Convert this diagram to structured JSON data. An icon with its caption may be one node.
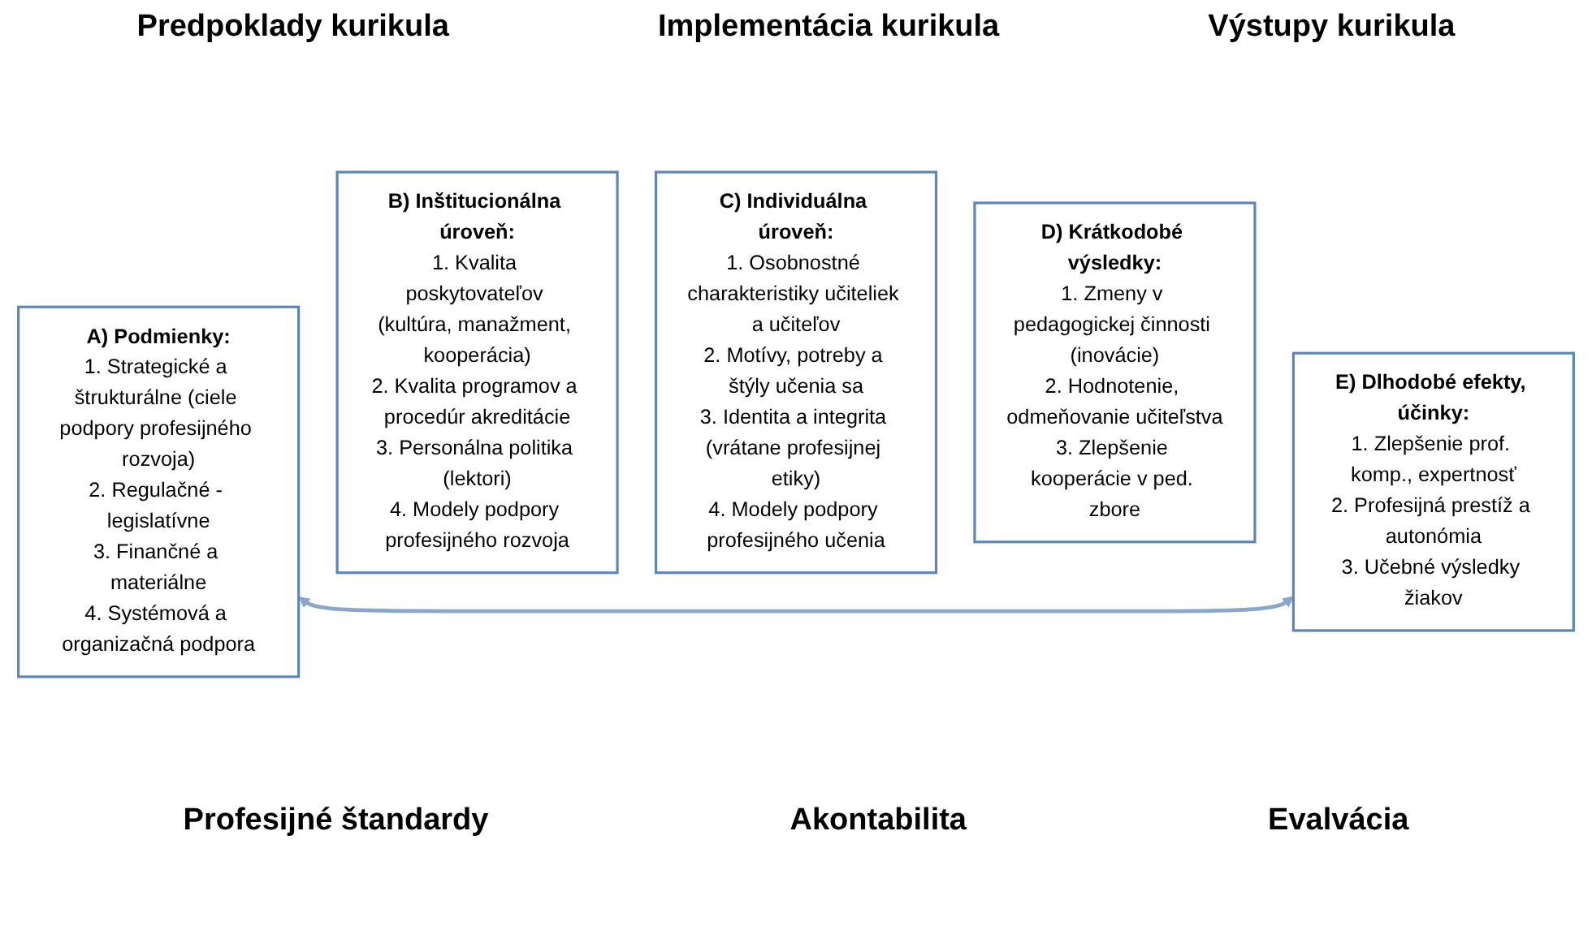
{
  "diagram": {
    "nodes": [
      {
        "text": [
          "A) Podmienky:",
          "1. Strategické a štrukturálne (ciele podpory profesijného rozvoja)",
          "2. Regulačné - legislatívne",
          "3. Finančné a materiálne",
          "4. Systémová a organizačná podpora"
        ]
      },
      {
        "text": [
          "B) Inštitucionálna úroveň:",
          "1. Kvalita poskytovateľov (kultúra, manažment, kooperácia)",
          "2. Kvalita programov a procedúr akreditácie",
          "3. Personálna politika (lektori)",
          "4. Modely podpory profesijného rozvoja"
        ]
      },
      {
        "text": [
          "C) Individuálna úroveň:",
          "1. Osobnostné charakteristiky učiteliek a učiteľov",
          "2. Motívy, potreby a štýly učenia sa",
          "3. Identita a integrita (vrátane profesijnej etiky)",
          "4. Modely podpory profesijného učenia"
        ]
      },
      {
        "text": [
          "D) Krátkodobé výsledky:",
          "1. Zmeny v pedagogickej činnosti (inovácie)",
          "2. Hodnotenie, odmeňovanie učiteľstva",
          "3. Zlepšenie kooperácie v ped. zbore"
        ]
      },
      {
        "text": [
          "E) Dlhodobé efekty, účinky:",
          "1. Zlepšenie prof. komp., expertnosť",
          "2. Profesijná prestíž a autonómia",
          "3. Učebné výsledky žiakov"
        ]
      }
    ],
    "edges": [
      {
        "from": 0,
        "to": 4,
        "arrow": "both"
      }
    ],
    "labels": [
      "Predpoklady kurikula",
      "Implementácia kurikula",
      "Výstupy kurikula",
      "Profesijné štandardy",
      "Akontabilita",
      "Evalvácia"
    ]
  }
}
